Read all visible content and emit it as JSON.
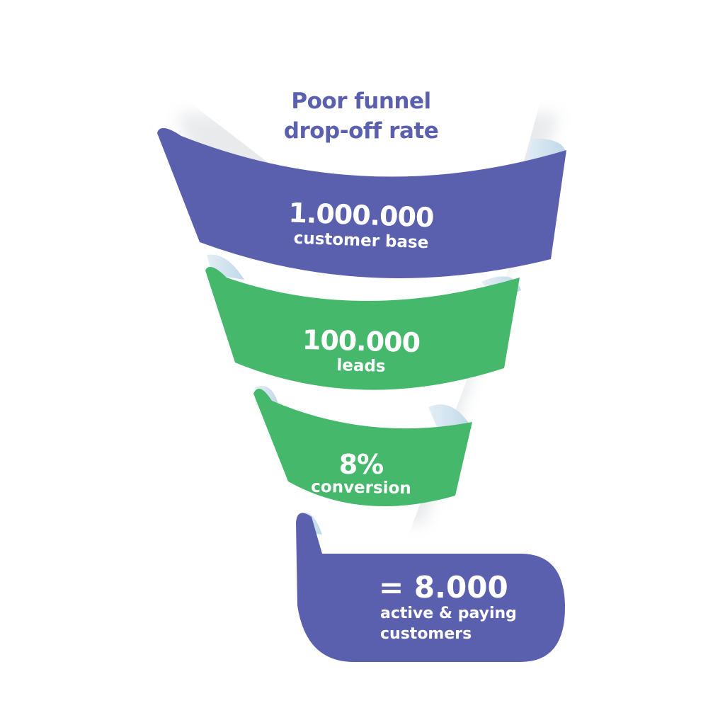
{
  "title": {
    "line1": "Poor funnel",
    "line2": "drop-off rate"
  },
  "stages": [
    {
      "value": "1.000.000",
      "caption": "customer base"
    },
    {
      "value": "100.000",
      "caption": "leads"
    },
    {
      "value": "8%",
      "caption": "conversion"
    },
    {
      "value": "= 8.000",
      "caption_line1": "active & paying",
      "caption_line2": "customers"
    }
  ],
  "colors": {
    "purple": "#5a5fae",
    "green": "#45b86c",
    "inner_light": "#cde2ee",
    "funnel_white": "#ffffff",
    "shadow": "#cfd2d6"
  }
}
